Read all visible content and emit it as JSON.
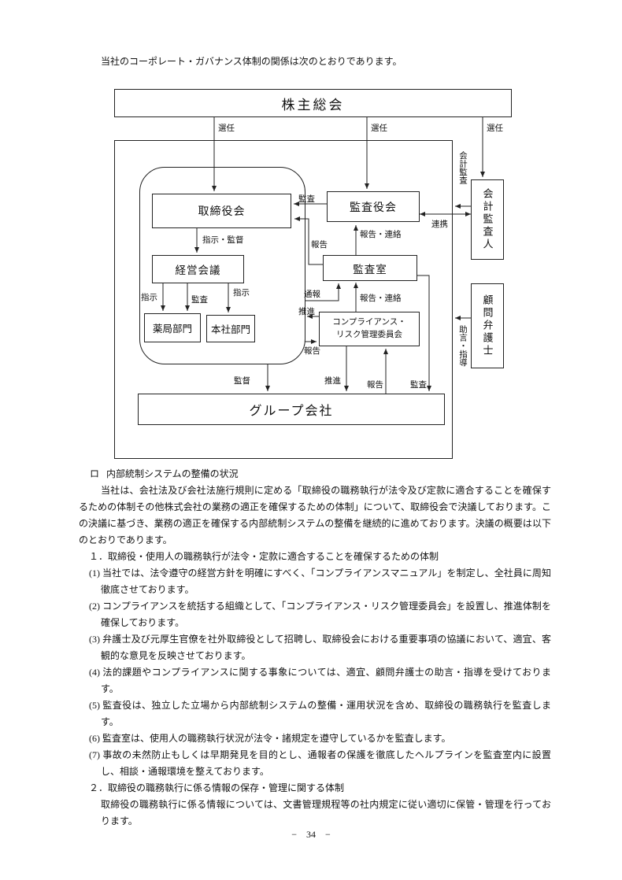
{
  "intro": "当社のコーポレート・ガバナンス体制の関係は次のとおりであります。",
  "diagram": {
    "shareholders": "株主総会",
    "board": "取締役会",
    "audit_board": "監査役会",
    "management_council": "経営会議",
    "audit_office": "監査室",
    "pharmacy_div": "薬局部門",
    "head_office_div": "本社部門",
    "compliance_committee_line1": "コンプライアンス・",
    "compliance_committee_line2": "リスク管理委員会",
    "accounting_auditor": "会計監査人",
    "legal_advisor": "顧問弁護士",
    "group_companies": "グループ会社",
    "labels": {
      "appointment": "選任",
      "accounting_audit": "会計監査",
      "audit": "監査",
      "instruction_supervision": "指示・監督",
      "report": "報告",
      "report_contact": "報告・連絡",
      "cooperation": "連携",
      "instruction": "指示",
      "whistleblowing": "通報",
      "promotion": "推進",
      "advice_guidance": "助言・指導",
      "supervision": "監督"
    }
  },
  "body": {
    "marker": "ロ",
    "section_title": "内部統制システムの整備の状況",
    "lead": "当社は、会社法及び会社法施行規則に定める「取締役の職務執行が法令及び定款に適合することを確保するための体制その他株式会社の業務の適正を確保するための体制」について、取締役会で決議しております。この決議に基づき、業務の適正を確保する内部統制システムの整備を継続的に進めております。決議の概要は以下のとおりであります。",
    "sub1_title": "１．取締役・使用人の職務執行が法令・定款に適合することを確保するための体制",
    "items": [
      {
        "no": "(1)",
        "text": "当社では、法令遵守の経営方針を明確にすべく、「コンプライアンスマニュアル」を制定し、全社員に周知徹底させております。"
      },
      {
        "no": "(2)",
        "text": "コンプライアンスを統括する組織として、「コンプライアンス・リスク管理委員会」を設置し、推進体制を確保しております。"
      },
      {
        "no": "(3)",
        "text": "弁護士及び元厚生官僚を社外取締役として招聘し、取締役会における重要事項の協議において、適宜、客観的な意見を反映させております。"
      },
      {
        "no": "(4)",
        "text": "法的課題やコンプライアンスに関する事象については、適宜、顧問弁護士の助言・指導を受けております。"
      },
      {
        "no": "(5)",
        "text": "監査役は、独立した立場から内部統制システムの整備・運用状況を含め、取締役の職務執行を監査します。"
      },
      {
        "no": "(6)",
        "text": "監査室は、使用人の職務執行状況が法令・諸規定を遵守しているかを監査します。"
      },
      {
        "no": "(7)",
        "text": "事故の未然防止もしくは早期発見を目的とし、通報者の保護を徹底したヘルプラインを監査室内に設置し、相談・通報環境を整えております。"
      }
    ],
    "sub2_title": "２．取締役の職務執行に係る情報の保存・管理に関する体制",
    "sub2_text": "取締役の職務執行に係る情報については、文書管理規程等の社内規定に従い適切に保管・管理を行っております。"
  },
  "footer": {
    "page_number": "−　34　−"
  }
}
